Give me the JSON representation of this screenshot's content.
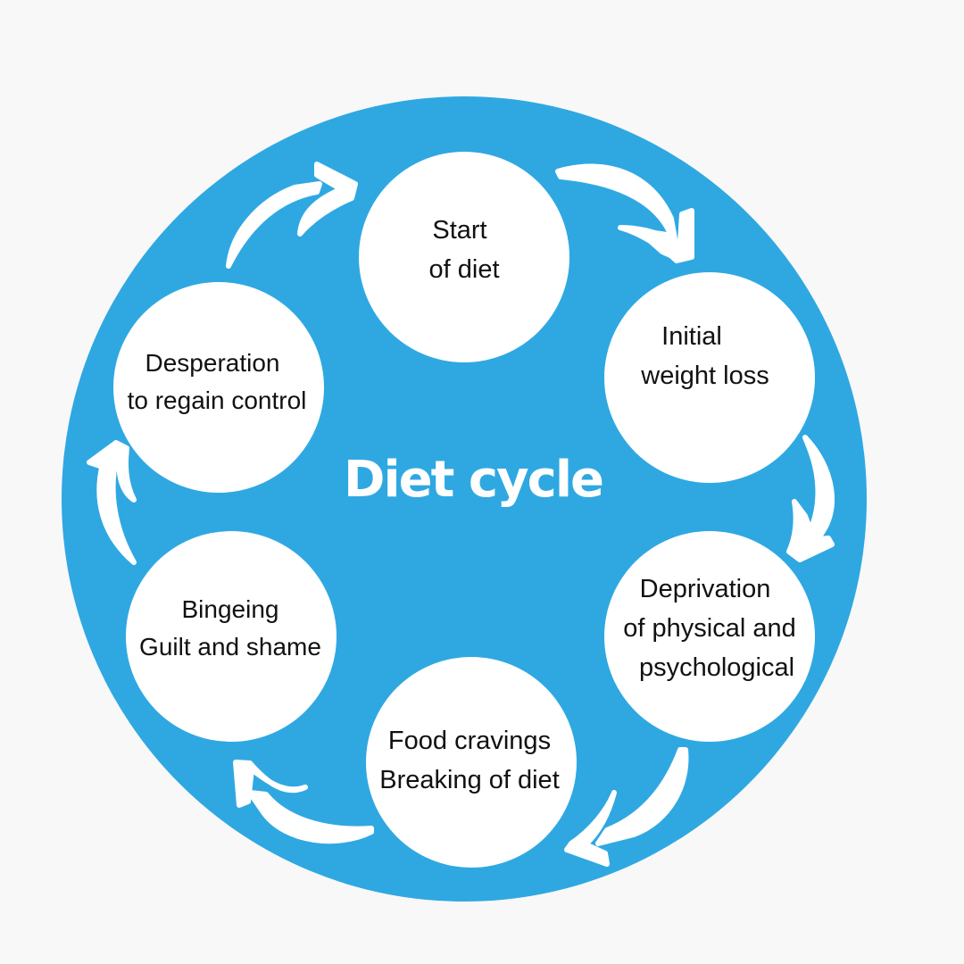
{
  "diagram": {
    "title": "Diet cycle",
    "colors": {
      "background": "#f8f8f8",
      "circle": "#2fa8e2",
      "node": "#ffffff",
      "arrow": "#ffffff",
      "text": "#111111"
    },
    "nodes": [
      {
        "id": "start",
        "lines": [
          "Start",
          "of diet"
        ]
      },
      {
        "id": "initial",
        "lines": [
          "Initial",
          "weight loss"
        ]
      },
      {
        "id": "deprivation",
        "lines": [
          "Deprivation",
          "of physical and",
          "psychological"
        ]
      },
      {
        "id": "cravings",
        "lines": [
          "Food cravings",
          "Breaking of diet"
        ]
      },
      {
        "id": "bingeing",
        "lines": [
          "Bingeing",
          "Guilt and shame"
        ]
      },
      {
        "id": "desperation",
        "lines": [
          "Desperation",
          "to regain control"
        ]
      }
    ]
  }
}
